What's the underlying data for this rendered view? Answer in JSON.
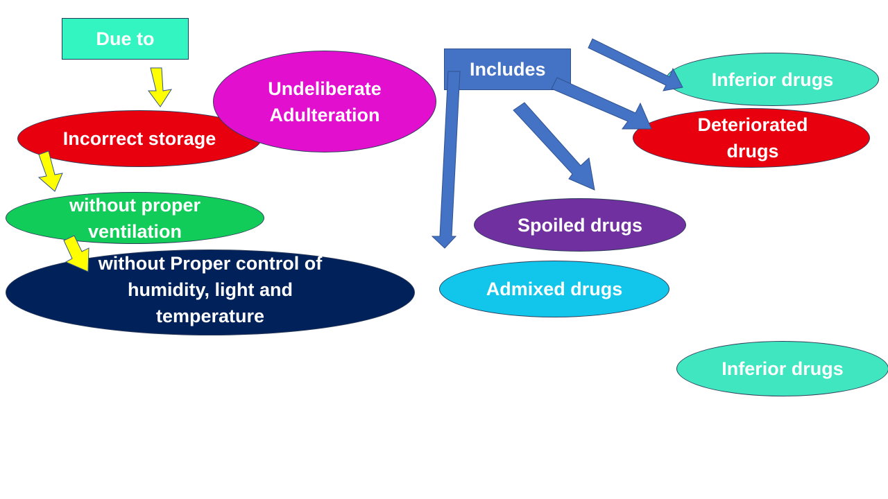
{
  "nodes": {
    "due_to": "Due to",
    "incorrect_storage": "Incorrect storage",
    "undeliberate": "Undeliberate\nAdulteration",
    "without_ventilation": "without proper\nventilation",
    "without_control": "without Proper control of\nhumidity, light and\ntemperature",
    "includes": "Includes",
    "inferior_drugs_top": "Inferior drugs",
    "deteriorated_drugs": "Deteriorated\ndrugs",
    "spoiled_drugs": "Spoiled drugs",
    "admixed_drugs": "Admixed drugs",
    "inferior_drugs_bottom": "Inferior drugs"
  },
  "colors": {
    "teal_box": "#33F5C2",
    "blue_box": "#4472C4",
    "magenta": "#E30FCF",
    "red": "#E8000E",
    "green": "#12CC5A",
    "navy": "#002159",
    "aqua": "#3FE6C0",
    "purple": "#7030A0",
    "cyan": "#12C5EA",
    "yellow_arrow": "#FFFF00",
    "blue_arrow": "#4472C4"
  }
}
